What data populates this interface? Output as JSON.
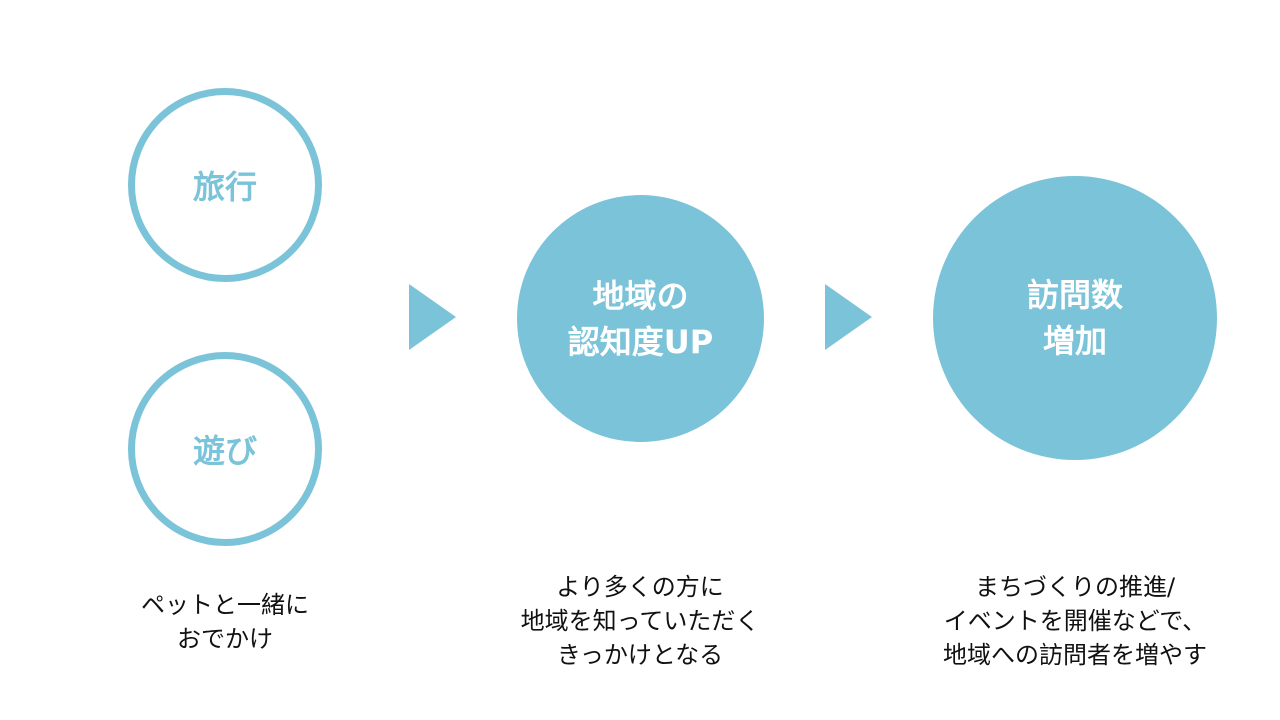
{
  "circles": {
    "travel": "旅行",
    "play": "遊び",
    "awareness": "地域の\n認知度UP",
    "visits": "訪問数\n増加"
  },
  "captions": {
    "left": "ペットと一緒に\nおでかけ",
    "middle": "より多くの方に\n地域を知っていただく\nきっかけとなる",
    "right": "まちづくりの推進/\nイベントを開催などで、\n地域への訪問者を増やす"
  },
  "colors": {
    "accent": "#7bc3d8",
    "text": "#111111",
    "background": "#ffffff"
  }
}
